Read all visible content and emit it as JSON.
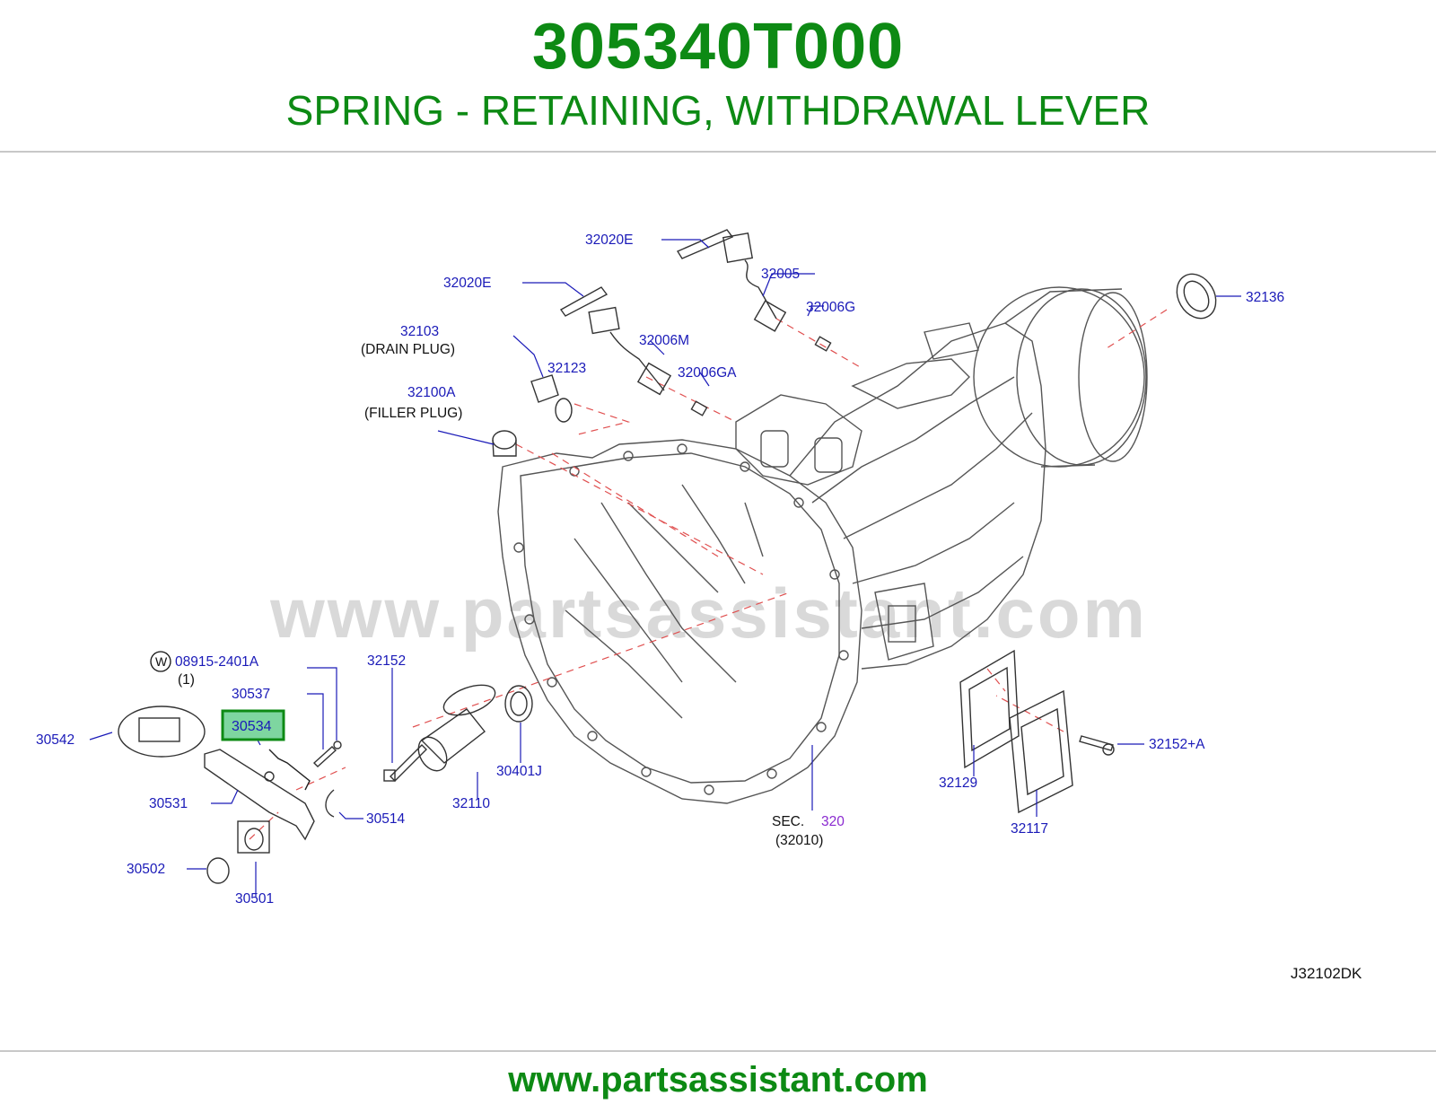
{
  "header": {
    "part_number": "305340T000",
    "part_name": "SPRING - RETAINING, WITHDRAWAL LEVER"
  },
  "diagram": {
    "watermark": "www.partsassistant.com",
    "diagram_code": "J32102DK",
    "highlighted_label": "30534",
    "labels": {
      "l_32020E_a": "32020E",
      "l_32020E_b": "32020E",
      "l_32005": "32005",
      "l_32006G": "32006G",
      "l_32136": "32136",
      "l_32103": "32103",
      "l_drain_plug": "(DRAIN   PLUG)",
      "l_32006M": "32006M",
      "l_32123": "32123",
      "l_32006GA": "32006GA",
      "l_32100A": "32100A",
      "l_filler_plug": "(FILLER   PLUG)",
      "l_08915": "08915-2401A",
      "l_08915_qty": "(1)",
      "l_w_symbol": "W",
      "l_32152": "32152",
      "l_30537": "30537",
      "l_30542": "30542",
      "l_30531": "30531",
      "l_30514": "30514",
      "l_30502": "30502",
      "l_30501": "30501",
      "l_32110": "32110",
      "l_30401J": "30401J",
      "l_sec": "SEC.",
      "l_sec_num": "320",
      "l_32010": "(32010)",
      "l_32129": "32129",
      "l_32117": "32117",
      "l_32152A": "32152+A"
    }
  },
  "footer": {
    "url": "www.partsassistant.com"
  },
  "colors": {
    "green": "#0d8a14",
    "label_blue": "#1a1ab8",
    "purple": "#8a2ad0",
    "highlight_fill": "#7ed6a0",
    "dash_red": "#e05050"
  }
}
